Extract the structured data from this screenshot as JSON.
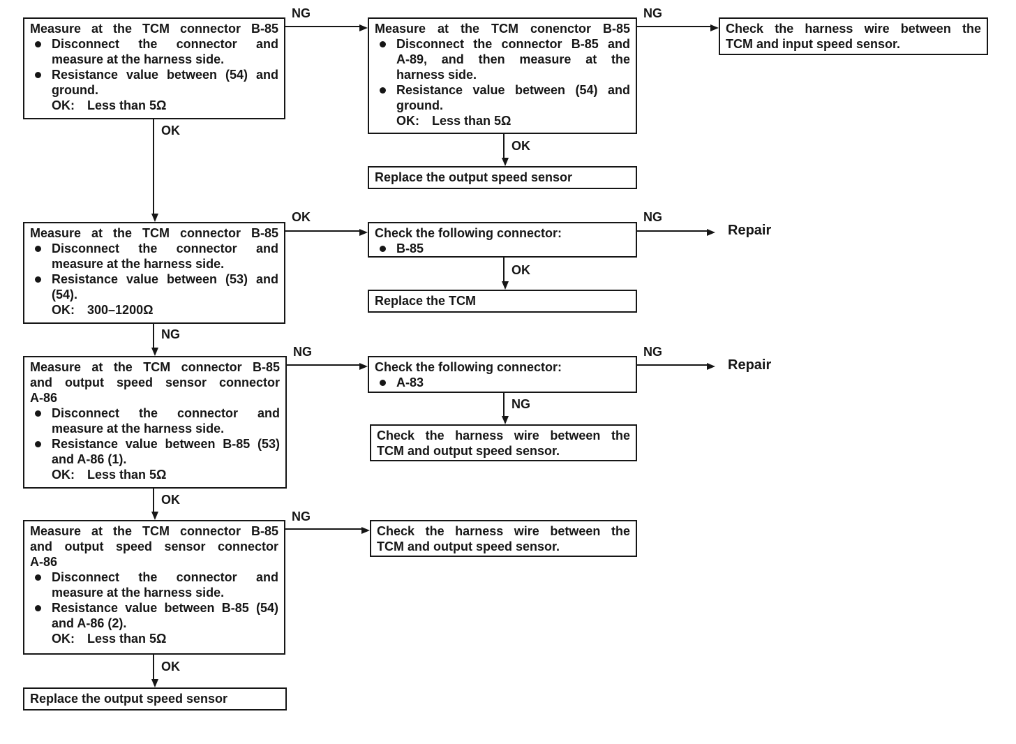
{
  "canvas": {
    "background": "#ffffff",
    "ink": "#161616"
  },
  "labels": {
    "ng": "NG",
    "ok": "OK",
    "repair": "Repair"
  },
  "boxes": {
    "measure_tcm_ground": {
      "title_lines": [
        "Measure at the TCM connector B-85"
      ],
      "bullets": [
        {
          "lines": [
            "Disconnect the connector and",
            "measure at the harness side."
          ]
        },
        {
          "lines": [
            "Resistance value between (54) and",
            "ground."
          ]
        }
      ],
      "ok": {
        "label": "OK:",
        "value": "Less than 5Ω"
      }
    },
    "measure_tcm_a89": {
      "title_lines": [
        "Measure at the TCM conenctor B-85"
      ],
      "bullets": [
        {
          "lines": [
            "Disconnect the connector B-85 and",
            "A-89, and then measure at the",
            "harness side."
          ]
        },
        {
          "lines": [
            "Resistance value between (54) and",
            "ground."
          ]
        }
      ],
      "ok": {
        "label": "OK:",
        "value": "Less than 5Ω"
      }
    },
    "check_harness_input": {
      "lines": [
        "Check the harness wire between the",
        "TCM and input speed sensor."
      ]
    },
    "replace_output_sensor_top": {
      "lines": [
        "Replace the output speed sensor"
      ]
    },
    "measure_tcm_53_54": {
      "title_lines": [
        "Measure at the TCM connector B-85"
      ],
      "bullets": [
        {
          "lines": [
            "Disconnect the connector and",
            "measure at the harness side."
          ]
        },
        {
          "lines": [
            "Resistance value between (53) and",
            "(54)."
          ]
        }
      ],
      "ok": {
        "label": "OK:",
        "value": "300–1200Ω"
      }
    },
    "check_connector_b85": {
      "title_lines": [
        "Check the following connector:"
      ],
      "bullets": [
        {
          "lines": [
            "B-85"
          ]
        }
      ]
    },
    "replace_tcm": {
      "lines": [
        "Replace the TCM"
      ]
    },
    "measure_tcm_a86_1": {
      "title_lines": [
        "Measure at the TCM connector B-85",
        "and output speed sensor connector",
        "A-86"
      ],
      "bullets": [
        {
          "lines": [
            "Disconnect the connector and",
            "measure at the harness side."
          ]
        },
        {
          "lines": [
            "Resistance value between B-85 (53)",
            "and A-86 (1)."
          ]
        }
      ],
      "ok": {
        "label": "OK:",
        "value": "Less than 5Ω"
      }
    },
    "check_connector_a83": {
      "title_lines": [
        "Check the following connector:"
      ],
      "bullets": [
        {
          "lines": [
            "A-83"
          ]
        }
      ]
    },
    "check_harness_output_mid": {
      "lines": [
        "Check the harness wire between the",
        "TCM and output speed sensor."
      ]
    },
    "measure_tcm_a86_2": {
      "title_lines": [
        "Measure at the TCM connector B-85",
        "and output speed sensor connector",
        "A-86"
      ],
      "bullets": [
        {
          "lines": [
            "Disconnect the connector and",
            "measure at the harness side."
          ]
        },
        {
          "lines": [
            "Resistance value between B-85 (54)",
            "and A-86 (2)."
          ]
        }
      ],
      "ok": {
        "label": "OK:",
        "value": "Less than 5Ω"
      }
    },
    "check_harness_output_row4": {
      "lines": [
        "Check the harness wire between the",
        "TCM and output speed sensor."
      ]
    },
    "replace_output_sensor_bottom": {
      "lines": [
        "Replace the output speed sensor"
      ]
    }
  }
}
